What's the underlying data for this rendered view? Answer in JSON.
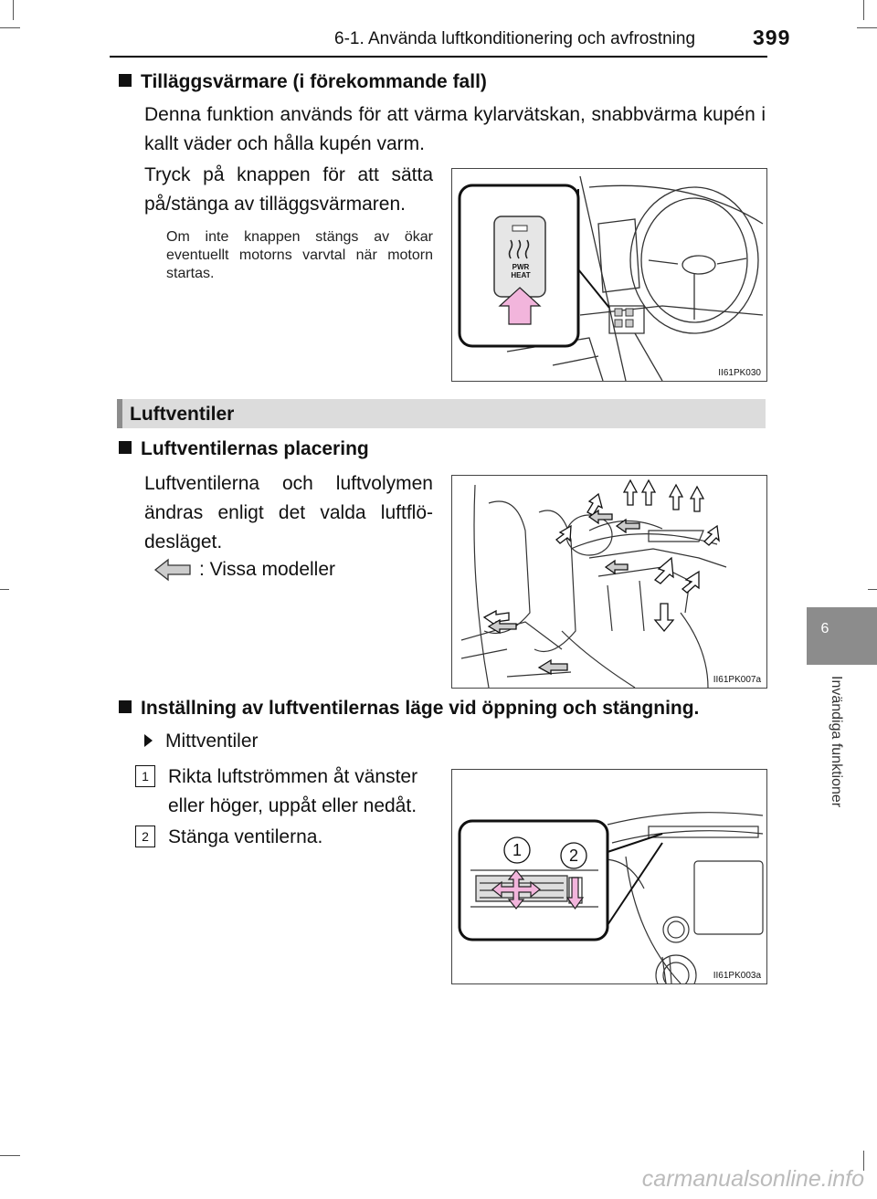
{
  "header": {
    "chapter_title": "6-1. Använda luftkonditionering och avfrostning",
    "page_number": "399"
  },
  "side_tab": {
    "number": "6",
    "label": "Invändiga funktioner"
  },
  "section1": {
    "title": "Tilläggsvärmare (i förekommande fall)",
    "intro": "Denna funktion används för att värma kylarvätskan, snabbvärma kupén i kallt väder och hålla kupén varm.",
    "instruction": "Tryck på knappen för att sätta på/stänga av tilläggsvärmaren.",
    "note": "Om inte knappen stängs av ökar eventuellt motorns varvtal när motorn startas.",
    "figure": {
      "button_text_1": "PWR",
      "button_text_2": "HEAT",
      "figure_id": "II61PK030"
    }
  },
  "section_bar": {
    "title": "Luftventiler"
  },
  "section2": {
    "title": "Luftventilernas placering",
    "text": "Luftventilerna och luftvolymen ändras enligt det valda luftflö-desläget.",
    "legend_text": ": Vissa modeller",
    "figure": {
      "figure_id": "II61PK007a"
    }
  },
  "section3": {
    "title": "Inställning av luftventilernas läge vid öppning och stängning.",
    "subtitle": "Mittventiler",
    "steps": [
      {
        "num": "1",
        "text": "Rikta luftströmmen åt vänster eller höger, uppåt eller nedåt."
      },
      {
        "num": "2",
        "text": "Stänga ventilerna."
      }
    ],
    "figure": {
      "callout_1": "1",
      "callout_2": "2",
      "figure_id": "II61PK003a"
    }
  },
  "watermark": "carmanualsonline.info"
}
